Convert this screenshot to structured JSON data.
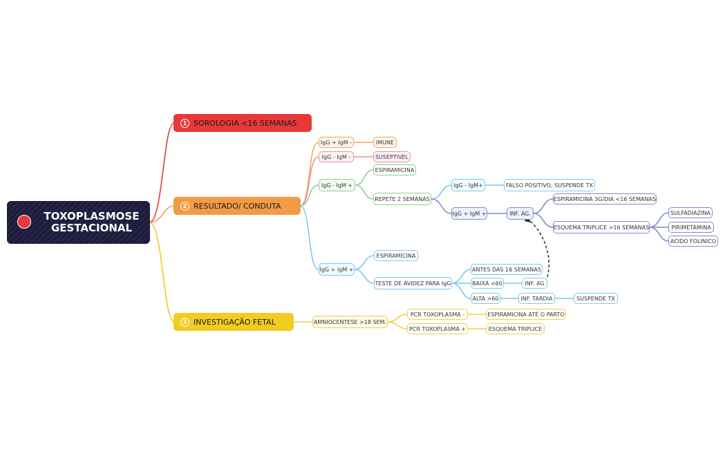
{
  "colors": {
    "red": "#e8393a",
    "orange": "#f39a46",
    "yellow": "#f2cc22",
    "green": "#8dd08a",
    "blue": "#7cc9ea",
    "indigo": "#7f8ad0",
    "pink": "#f08f97",
    "root": "#1c1c3c",
    "root_dot": "#e8383d"
  },
  "root": {
    "line1": "TOXOPLASMOSE",
    "line2": "GESTACIONAL",
    "icon": "red-circle-icon"
  },
  "branches": {
    "sorologia": {
      "num": "1",
      "label": "SOROLOGIA <16 SEMANAS"
    },
    "resultado": {
      "num": "2",
      "label": "RESULTADO/ CONDUTA"
    },
    "investigacao": {
      "num": "3",
      "label": "INVESTIGAÇÃO FETAL"
    }
  },
  "resultado": {
    "igg_pos_igm_neg": {
      "label": "IgG + IgM -",
      "result": "IMUNE"
    },
    "igg_neg_igm_neg": {
      "label": "IgG - IgM -",
      "result": "SUSEPTIVEL"
    },
    "igg_neg_igm_pos": {
      "label": "IgG - IgM +",
      "espiramicina": "ESPIRAMICINA",
      "repete": "REPETE 2 SEMANAS",
      "repeat_neg": {
        "label": "IgG - IgM+",
        "result": "FALSO POSITIVO, SUSPENDE TX"
      },
      "repeat_pos": {
        "label": "IgG + IgM +",
        "inf_ag": "INF. AG.",
        "esp_dose": "ESPIRAMICINA 3G/DIA <16 SEMANAS",
        "esquema": "ESQUEMA TRIPLICE >16 SEMANAS",
        "drugs": [
          "SULFADIAZINA",
          "PIRIMETAMINA",
          "ACIDO FOLINICO"
        ]
      }
    },
    "igg_pos_igm_pos": {
      "label": "IgG + IgM +",
      "espiramicina": "ESPIRAMICINA",
      "avidez": "TESTE DE AVIDEZ PARA IgG",
      "antes": "ANTES DAS 16 SEMANAS",
      "baixa": "BAIXA <60",
      "baixa_result": "INF. AG",
      "alta": "ALTA >60",
      "alta_result": "INF. TARDIA",
      "suspende": "SUSPENDE TX"
    }
  },
  "investigacao": {
    "amnio": "AMNIOCENTESE >18 SEM.",
    "pcr_neg": {
      "label": "PCR TOXOPLASMA -",
      "result": "ESPIRAMICINA ATÉ O PARTO"
    },
    "pcr_pos": {
      "label": "PCR TOXOPLASMA +",
      "result": "ESQUEMA TRIPLICE"
    }
  }
}
